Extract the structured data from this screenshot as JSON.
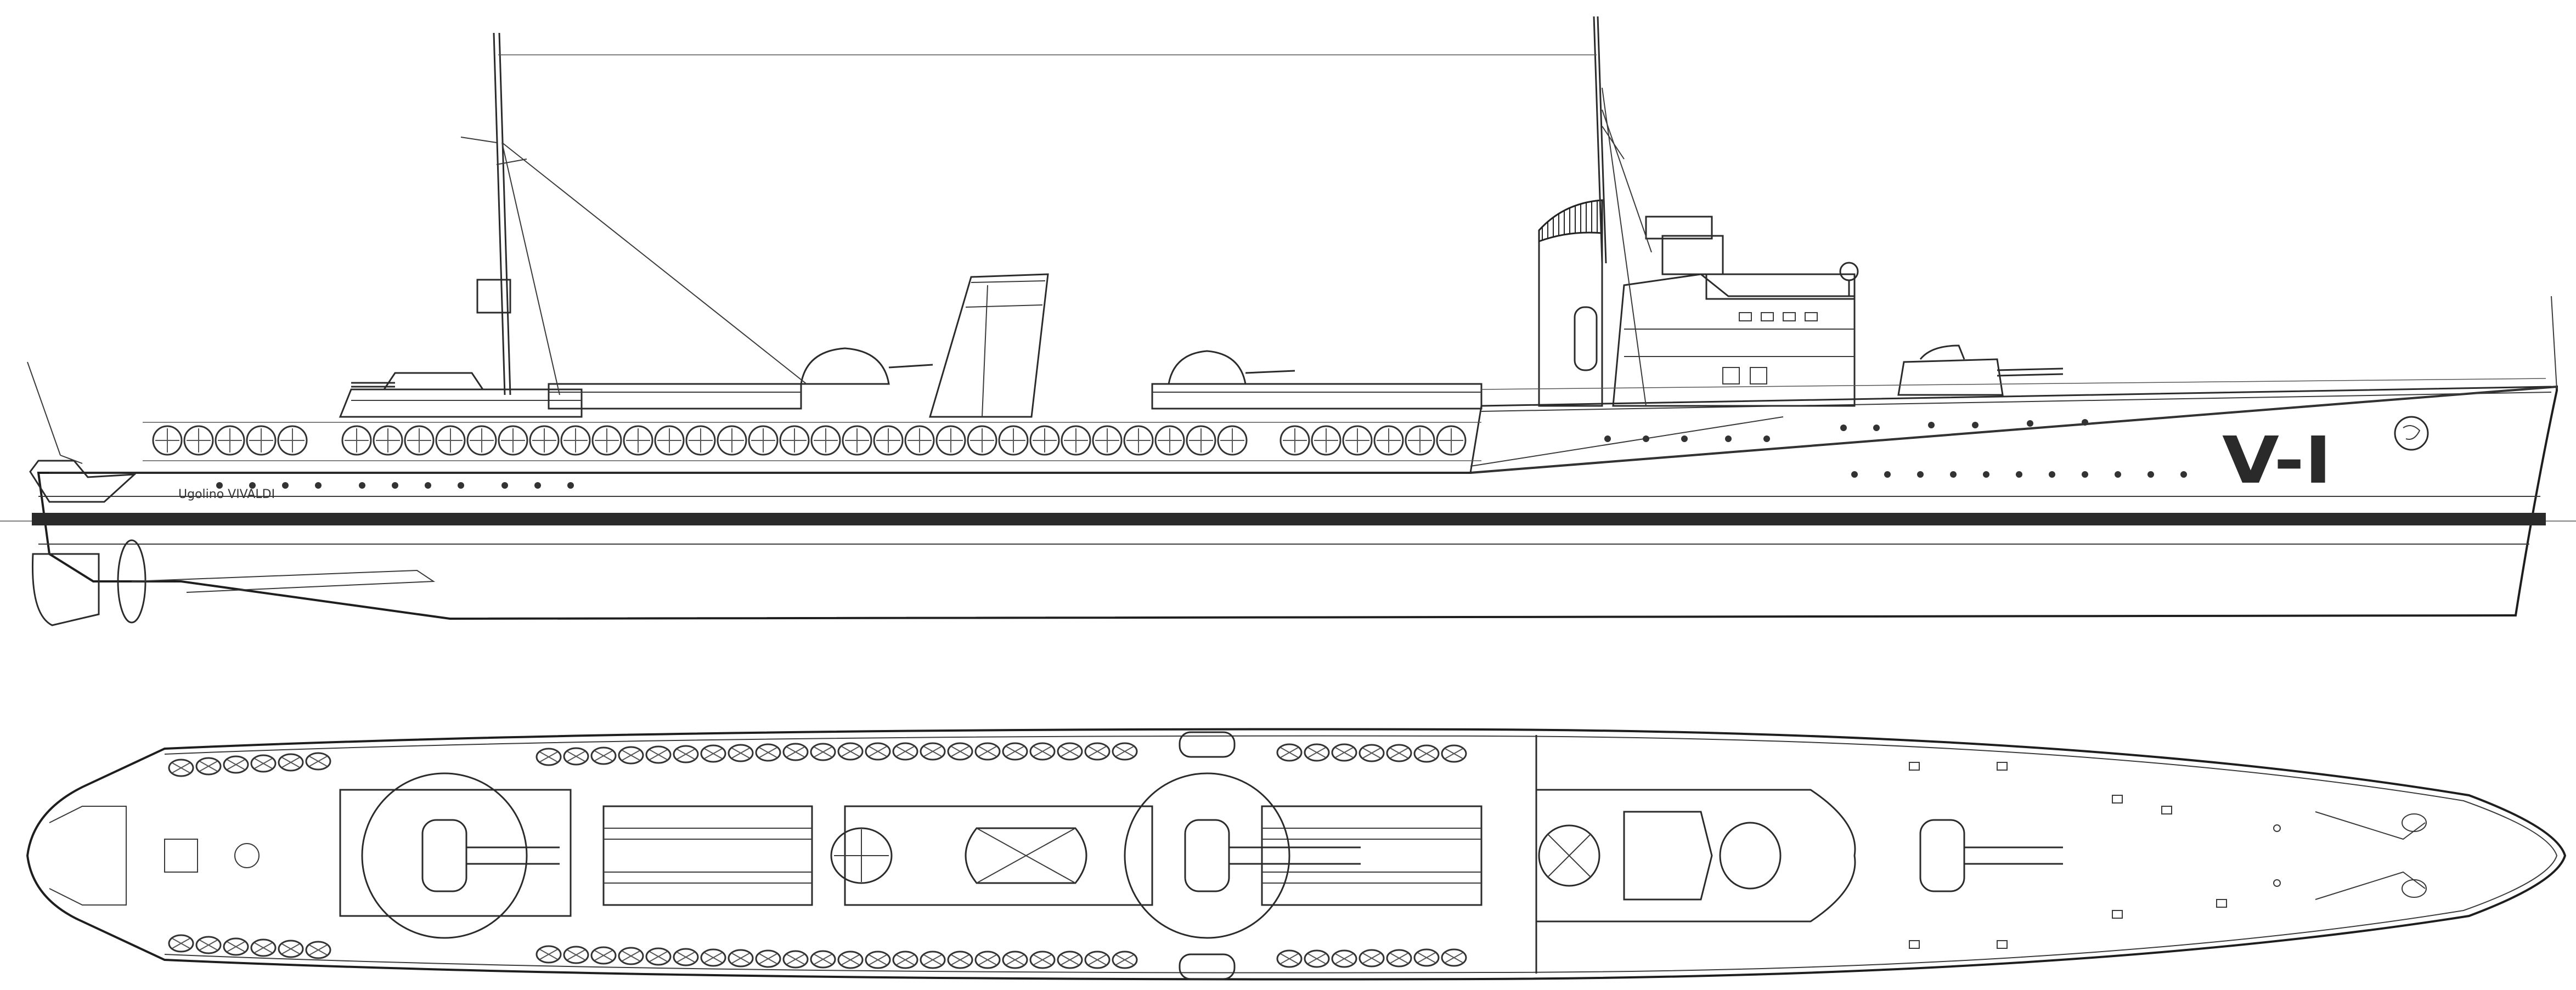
{
  "drawing": {
    "pennant_number": "V-I",
    "stern_name": "Ugolino VIVALDI"
  },
  "colors": {
    "line": "#2b2b2b",
    "boot_topping": "#2a2a2a",
    "background": "#ffffff"
  },
  "views": {
    "profile": "side-elevation",
    "plan": "top-view"
  }
}
